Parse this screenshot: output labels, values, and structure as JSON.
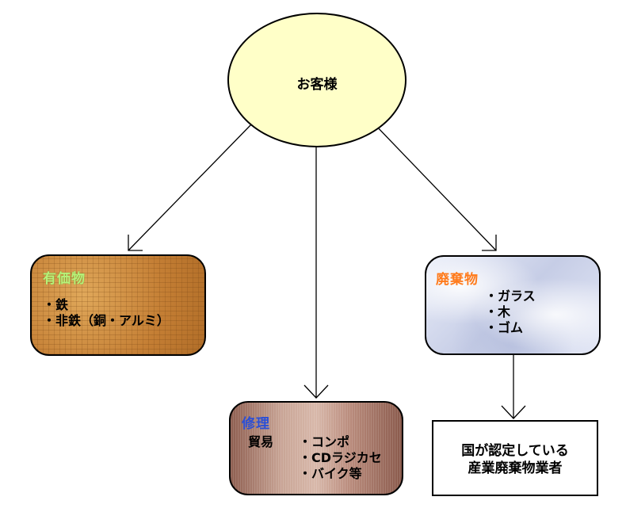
{
  "customer": {
    "label": "お客様"
  },
  "valuables": {
    "title": "有価物",
    "items": [
      "・鉄",
      "・非鉄（銅・アルミ）"
    ]
  },
  "waste": {
    "title": "廃棄物",
    "items": [
      "・ガラス",
      "・木",
      "・ゴム"
    ]
  },
  "repair": {
    "title": "修理",
    "trade_label": "貿易",
    "items": [
      "・コンポ",
      "・CDラジカセ",
      "・バイク等"
    ]
  },
  "operators": {
    "lines": [
      "国が認定している",
      "産業廃棄物業者"
    ]
  },
  "colors": {
    "customer_fill": "#ffffc8",
    "valuables_title": "#b7f27a",
    "waste_title": "#ff7a1a",
    "repair_title": "#2b4fd6"
  }
}
